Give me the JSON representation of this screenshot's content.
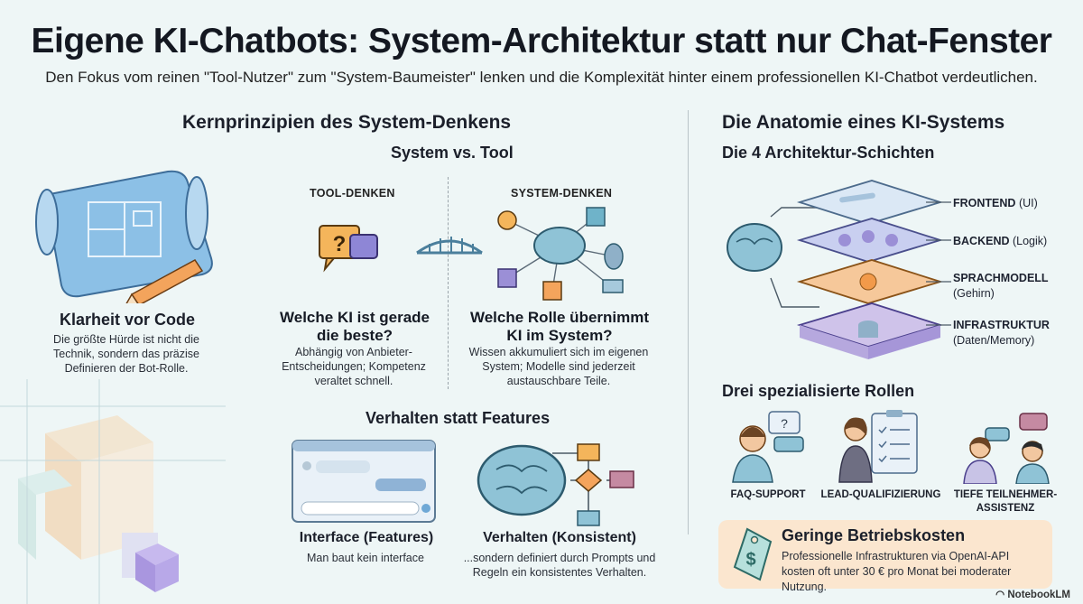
{
  "header": {
    "title": "Eigene KI-Chatbots: System-Architektur statt nur Chat-Fenster",
    "subtitle": "Den Fokus vom reinen \"Tool-Nutzer\" zum \"System-Baumeister\" lenken und die Komplexität hinter einem professionellen KI-Chatbot verdeutlichen."
  },
  "left": {
    "section_title": "Kernprinzipien des System-Denkens",
    "system_vs_tool": {
      "title": "System vs. Tool",
      "tool": {
        "label": "TOOL-DENKEN",
        "question": "Welche KI ist gerade die beste?",
        "text": "Abhängig von Anbieter-Entscheidungen; Kompetenz veraltet schnell."
      },
      "system": {
        "label": "SYSTEM-DENKEN",
        "question": "Welche Rolle übernimmt KI im System?",
        "text": "Wissen akkumuliert sich im eigenen System; Modelle sind jederzeit austauschbare Teile."
      }
    },
    "clarity": {
      "title": "Klarheit vor Code",
      "text": "Die größte Hürde ist nicht die Technik, sondern das präzise Definieren der Bot-Rolle."
    },
    "behavior": {
      "title": "Verhalten statt Features",
      "interface": {
        "title": "Interface (Features)",
        "text": "Man baut kein interface"
      },
      "consistent": {
        "title": "Verhalten (Konsistent)",
        "text": "...sondern definiert durch Prompts und Regeln ein konsistentes Verhalten."
      }
    }
  },
  "right": {
    "section_title": "Die Anatomie eines KI-Systems",
    "layers_title": "Die 4 Architektur-Schichten",
    "layers": [
      {
        "name": "FRONTEND",
        "detail": "(UI)",
        "color": "#cfe0f2"
      },
      {
        "name": "BACKEND",
        "detail": "(Logik)",
        "color": "#c7cdf0"
      },
      {
        "name": "SPRACHMODELL",
        "detail": "(Gehirn)",
        "color": "#f6c89a"
      },
      {
        "name": "INFRASTRUKTUR",
        "detail": "(Daten/Memory)",
        "color": "#c9bde6"
      }
    ],
    "roles_title": "Drei spezialisierte Rollen",
    "roles": [
      {
        "label": "FAQ-SUPPORT"
      },
      {
        "label": "LEAD-QUALIFIZIERUNG"
      },
      {
        "label": "TIEFE TEILNEHMER-ASSISTENZ"
      }
    ],
    "cost": {
      "title": "Geringe Betriebskosten",
      "text": "Professionelle Infrastrukturen via OpenAI-API kosten oft unter 30 € pro Monat bei moderater Nutzung.",
      "tag_symbol": "$"
    }
  },
  "footer": {
    "brand": "NotebookLM"
  },
  "colors": {
    "background": "#eef6f6",
    "accent_blue": "#6fa8d6",
    "accent_orange": "#f3a45c",
    "accent_purple": "#9b8fd6"
  }
}
